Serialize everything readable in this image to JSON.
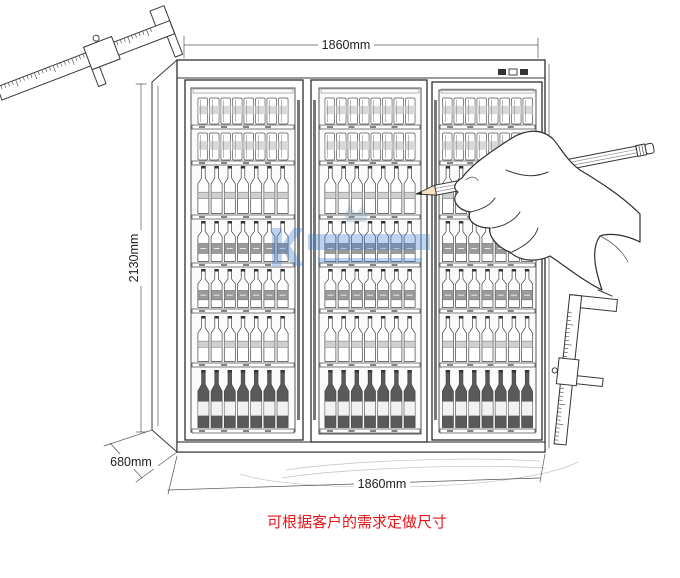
{
  "dimensions": {
    "width_top": "1860mm",
    "height": "2130mm",
    "depth": "680mm",
    "width_bottom": "1860mm"
  },
  "caption": "可根据客户的需求定做尺寸",
  "colors": {
    "line": "#333333",
    "caption": "#e8151b",
    "watermark": "#3a7bd5"
  },
  "icons": {
    "hand": "hand-with-pencil-icon",
    "caliper": "vernier-caliper-icon",
    "watermark": "brand-watermark-logo"
  }
}
